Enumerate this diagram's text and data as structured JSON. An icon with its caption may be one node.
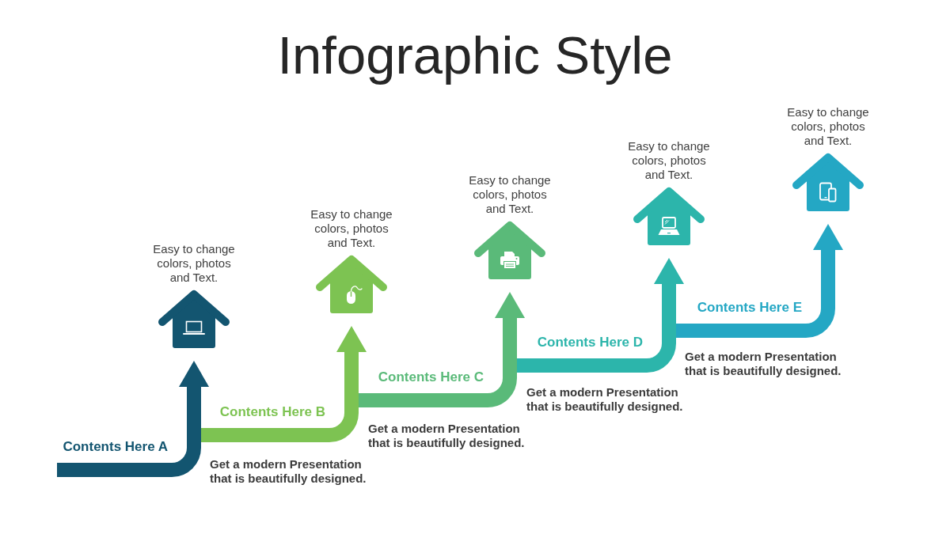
{
  "diagram": {
    "title": "Infographic Style",
    "nodes": [
      {
        "text": [
          "Easy to change colors, photos and Text."
        ]
      },
      {
        "text": [
          "Easy to change colors, photos and Text."
        ]
      },
      {
        "text": [
          "Easy to change colors, photos and Text."
        ]
      },
      {
        "text": [
          "Easy to change colors, photos and Text."
        ]
      },
      {
        "text": [
          "Easy to change colors, photos and Text."
        ]
      }
    ],
    "edges": [
      {
        "from": null,
        "to": 0,
        "arrow": "to",
        "label": "Contents Here A",
        "color": "#135570"
      },
      {
        "from": null,
        "to": 1,
        "arrow": "to",
        "label": "Contents Here B",
        "color": "#7dc352"
      },
      {
        "from": null,
        "to": 2,
        "arrow": "to",
        "label": "Contents Here C",
        "color": "#5aba79"
      },
      {
        "from": null,
        "to": 3,
        "arrow": "to",
        "label": "Contents Here D",
        "color": "#2cb5ab"
      },
      {
        "from": null,
        "to": 4,
        "arrow": "to",
        "label": "Contents Here E",
        "color": "#24a7c4"
      }
    ],
    "labels": [
      "Get a modern Presentation that is beautifully designed.",
      "Get a modern Presentation that is beautifully designed.",
      "Get a modern Presentation that is beautifully designed.",
      "Get a modern Presentation that is beautifully designed."
    ]
  }
}
